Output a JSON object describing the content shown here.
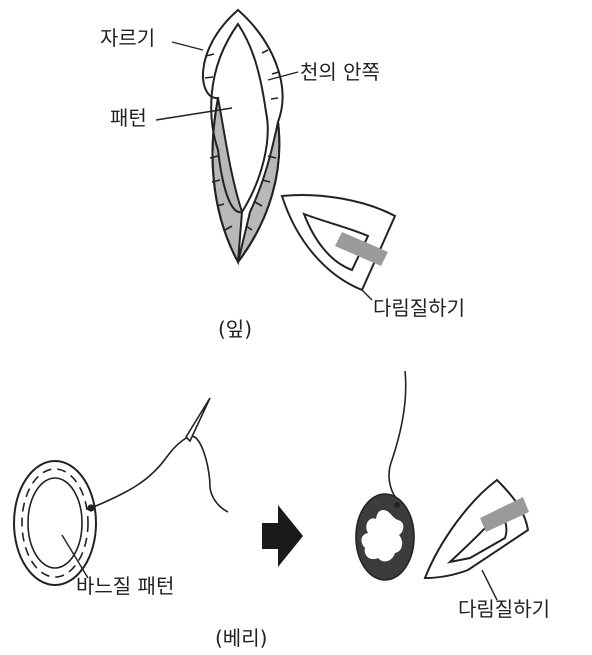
{
  "leaf": {
    "labels": {
      "cut": "자르기",
      "inner_side": "천의 안쪽",
      "pattern": "패턴",
      "iron": "다림질하기",
      "caption": "(잎)"
    }
  },
  "berry": {
    "labels": {
      "stitch_pattern": "바느질 패턴",
      "iron": "다림질하기",
      "caption": "(베리)"
    }
  },
  "colors": {
    "stroke": "#222222",
    "fabric_fold": "#b8b8b8",
    "iron_plate": "#9a9a9a",
    "berry_fill": "#3c3c3c",
    "arrow": "#1a1a1a"
  }
}
